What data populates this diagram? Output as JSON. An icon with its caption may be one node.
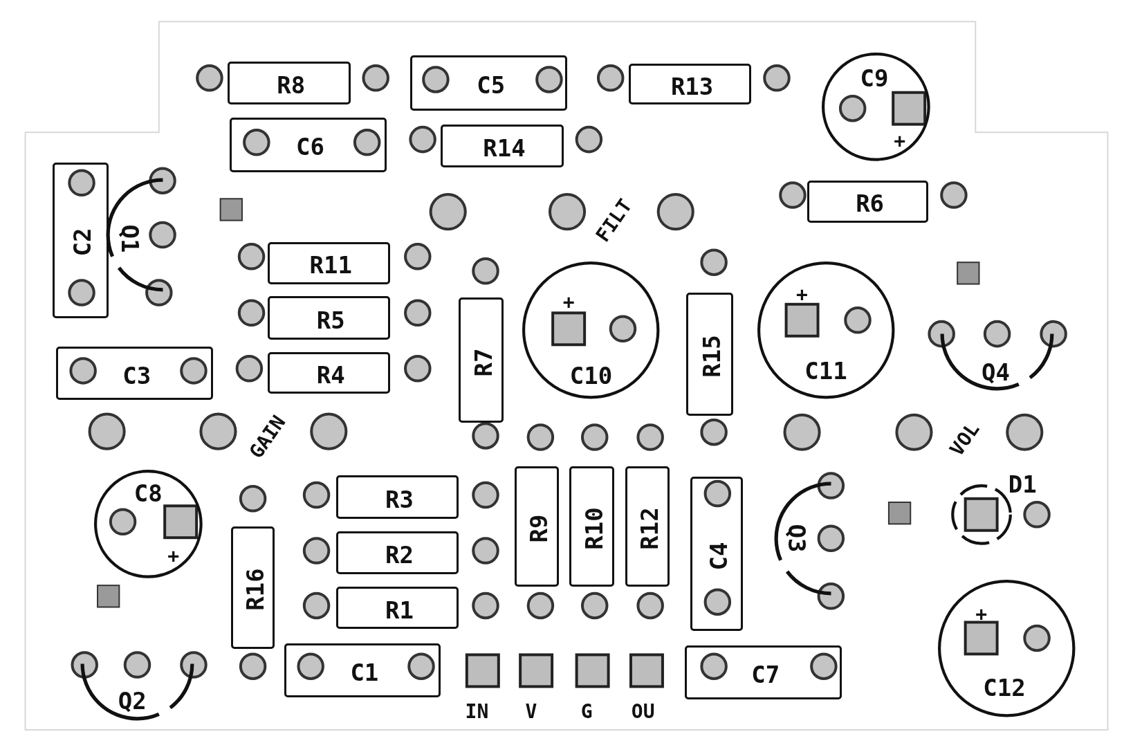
{
  "diagram": {
    "nodes": [
      {
        "text": [
          "R8"
        ]
      },
      {
        "text": [
          "C5"
        ]
      },
      {
        "text": [
          "R13"
        ]
      },
      {
        "text": [
          "C9",
          "+"
        ]
      },
      {
        "text": [
          "C6"
        ]
      },
      {
        "text": [
          "R14"
        ]
      },
      {
        "text": [
          "C2"
        ]
      },
      {
        "text": [
          "Q1"
        ]
      },
      {
        "text": [
          "R6"
        ]
      },
      {
        "text": [
          "R11"
        ]
      },
      {
        "text": [
          "R5"
        ]
      },
      {
        "text": [
          "R4"
        ]
      },
      {
        "text": [
          "R7"
        ]
      },
      {
        "text": [
          "+",
          "C10"
        ]
      },
      {
        "text": [
          "R15"
        ]
      },
      {
        "text": [
          "+",
          "C11"
        ]
      },
      {
        "text": [
          "Q4"
        ]
      },
      {
        "text": [
          "C3"
        ]
      },
      {
        "text": [
          "C8",
          "+"
        ]
      },
      {
        "text": [
          "R16"
        ]
      },
      {
        "text": [
          "R3"
        ]
      },
      {
        "text": [
          "R2"
        ]
      },
      {
        "text": [
          "R1"
        ]
      },
      {
        "text": [
          "R9"
        ]
      },
      {
        "text": [
          "R10"
        ]
      },
      {
        "text": [
          "R12"
        ]
      },
      {
        "text": [
          "C4"
        ]
      },
      {
        "text": [
          "Q3"
        ]
      },
      {
        "text": [
          "D1"
        ]
      },
      {
        "text": [
          "+",
          "C12"
        ]
      },
      {
        "text": [
          "Q2"
        ]
      },
      {
        "text": [
          "C1"
        ]
      },
      {
        "text": [
          "C7"
        ]
      }
    ],
    "labels": [
      "FILT",
      "GAIN",
      "VOL",
      "IN",
      "V",
      "G",
      "OU"
    ]
  }
}
